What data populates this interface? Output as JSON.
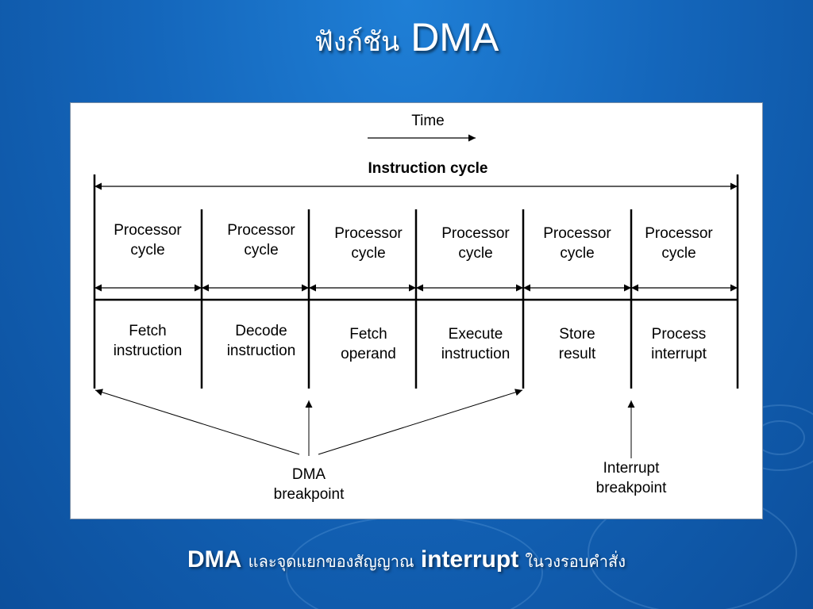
{
  "slide": {
    "title_thai": "ฟังก์ชัน",
    "title_en": "DMA",
    "caption_dma": "DMA",
    "caption_mid": "และจุดแยกของสัญญาณ",
    "caption_interrupt": "interrupt",
    "caption_end": "ในวงรอบคำสั่ง"
  },
  "diagram": {
    "time_label": "Time",
    "instruction_cycle_label": "Instruction cycle",
    "cycles": [
      {
        "top_line1": "Processor",
        "top_line2": "cycle",
        "bottom_line1": "Fetch",
        "bottom_line2": "instruction"
      },
      {
        "top_line1": "Processor",
        "top_line2": "cycle",
        "bottom_line1": "Decode",
        "bottom_line2": "instruction"
      },
      {
        "top_line1": "Processor",
        "top_line2": "cycle",
        "bottom_line1": "Fetch",
        "bottom_line2": "operand"
      },
      {
        "top_line1": "Processor",
        "top_line2": "cycle",
        "bottom_line1": "Execute",
        "bottom_line2": "instruction"
      },
      {
        "top_line1": "Processor",
        "top_line2": "cycle",
        "bottom_line1": "Store",
        "bottom_line2": "result"
      },
      {
        "top_line1": "Processor",
        "top_line2": "cycle",
        "bottom_line1": "Process",
        "bottom_line2": "interrupt"
      }
    ],
    "dma_breakpoint_line1": "DMA",
    "dma_breakpoint_line2": "breakpoint",
    "interrupt_breakpoint_line1": "Interrupt",
    "interrupt_breakpoint_line2": "breakpoint"
  },
  "colors": {
    "background": "#1466bb",
    "panel": "#ffffff",
    "ink": "#000000"
  }
}
